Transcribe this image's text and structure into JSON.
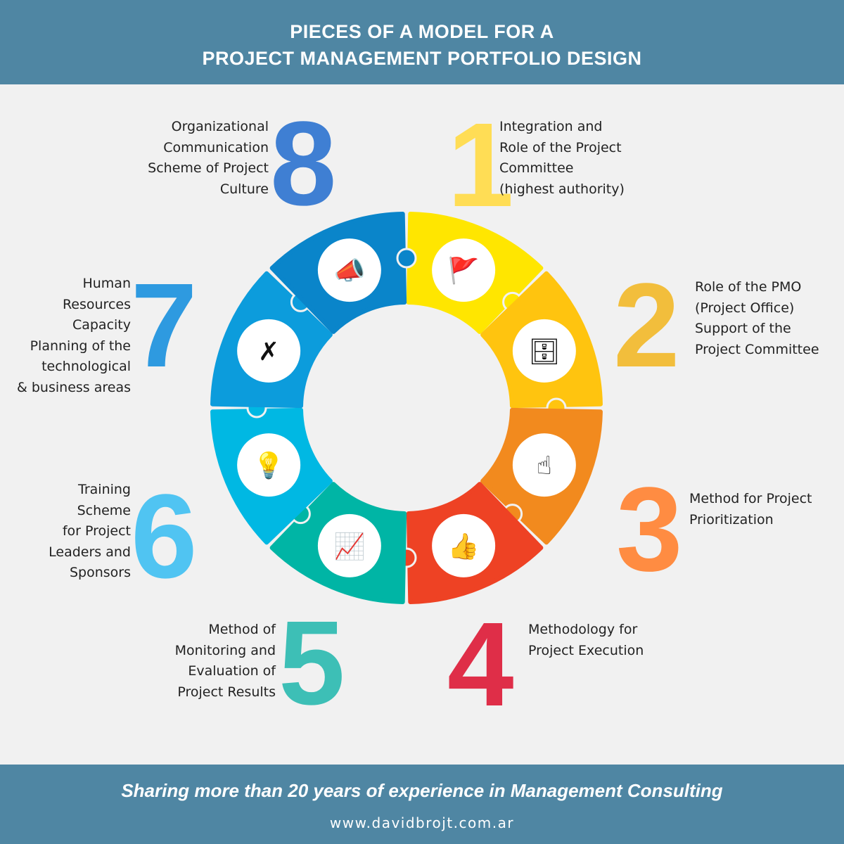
{
  "header": {
    "line1": "PIECES OF A MODEL FOR A",
    "line2": "PROJECT MANAGEMENT PORTFOLIO DESIGN"
  },
  "pieces": [
    {
      "number": "1",
      "text": "Integration and\nRole of the Project\nCommittee\n(highest authority)",
      "color": "#ffe600",
      "number_color": "#ffdd55",
      "icon": "person-flag-icon"
    },
    {
      "number": "2",
      "text": "Role of the PMO\n(Project Office)\nSupport of the\nProject Committee",
      "color": "#ffc40f",
      "number_color": "#f2be3c",
      "icon": "desk-lamp-icon"
    },
    {
      "number": "3",
      "text": "Method for Project\nPrioritization",
      "color": "#f28a1e",
      "number_color": "#ff8c42",
      "icon": "raised-finger-icon"
    },
    {
      "number": "4",
      "text": "Methodology for\nProject Execution",
      "color": "#ee4224",
      "number_color": "#df2e48",
      "icon": "flag-thumbs-up-icon"
    },
    {
      "number": "5",
      "text": "Method of\nMonitoring and\nEvaluation of\nProject Results",
      "color": "#00b5a5",
      "number_color": "#3dbfb6",
      "icon": "growth-chart-icon"
    },
    {
      "number": "6",
      "text": "Training\nScheme\nfor Project\nLeaders and\nSponsors",
      "color": "#00b8e3",
      "number_color": "#50c4f2",
      "icon": "team-idea-icon"
    },
    {
      "number": "7",
      "text": "Human\nResources\nCapacity\nPlanning of the\ntechnological\n& business areas",
      "color": "#0c9cdc",
      "number_color": "#2e9ae0",
      "icon": "strategy-board-icon"
    },
    {
      "number": "8",
      "text": "Organizational\nCommunication\nScheme of Project\nCulture",
      "color": "#0a85ca",
      "number_color": "#3f7fd3",
      "icon": "megaphone-icon"
    }
  ],
  "footer": {
    "tagline": "Sharing more than 20 years  of experience in Management Consulting",
    "url": "www.davidbrojt.com.ar"
  }
}
